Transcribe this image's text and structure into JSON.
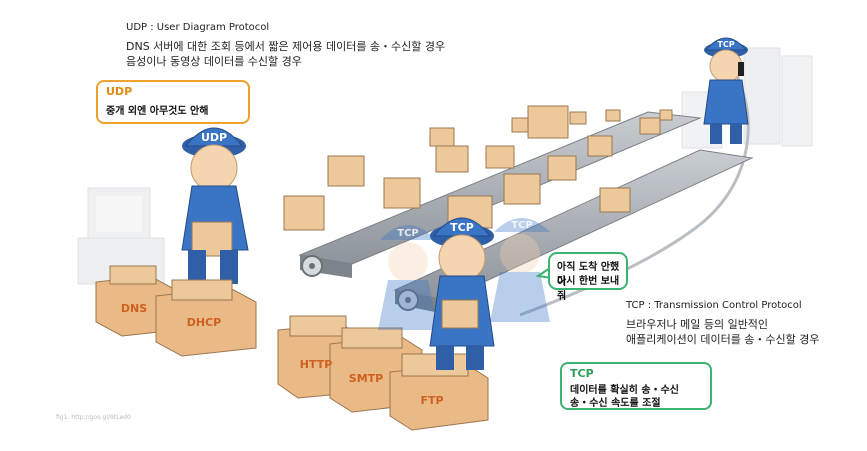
{
  "udp_note": {
    "title": "UDP : User Diagram Protocol",
    "line1": "DNS 서버에 대한 조회 등에서 짧은 제어용 데이터를 송・수신할 경우",
    "line2": "음성이나 동영상 데이터를 수신할 경우"
  },
  "udp_callout": {
    "title": "UDP",
    "body": "중개 외엔 아무것도 안해"
  },
  "tcp_note": {
    "title": "TCP : Transmission Control Protocol",
    "line1": "브라우저나 메일 등의 일반적인",
    "line2": "애플리케이션이 데이터를 송・수신할 경우"
  },
  "tcp_callout": {
    "title": "TCP",
    "body_line1": "데이터를 확실히 송・수신",
    "body_line2": "송・수신 속도를 조절"
  },
  "speech_bubble": {
    "line1": "아직 도착 안했어",
    "line2": "다시 한번 보내줘"
  },
  "hat_labels": {
    "udp_worker": "UDP",
    "tcp_worker": "TCP",
    "tcp_ghost_left": "TCP",
    "tcp_ghost_right": "TCP",
    "tcp_phone_worker": "TCP"
  },
  "crate_labels": {
    "dns": "DNS",
    "dhcp": "DHCP",
    "http": "HTTP",
    "smtp": "SMTP",
    "ftp": "FTP"
  },
  "figure_source": "fig1. http://goo.gl/9tLed0",
  "colors": {
    "udp_accent": "#f0a030",
    "tcp_accent": "#3cb371",
    "uniform_blue": "#3a74c4",
    "box_tan": "#ecc89a",
    "belt_gray": "#9aa0a8"
  }
}
